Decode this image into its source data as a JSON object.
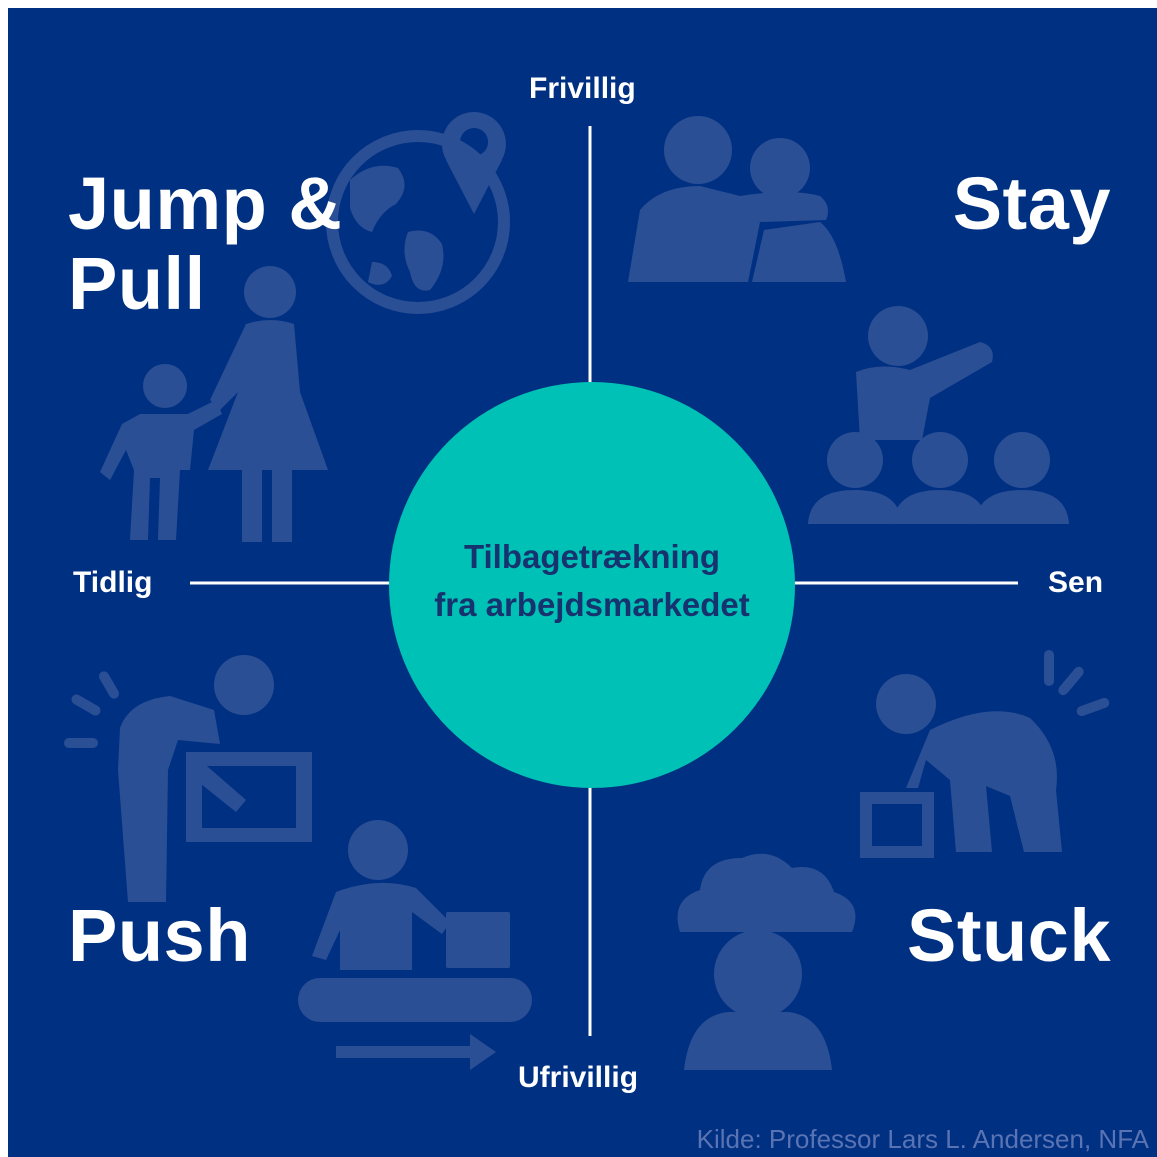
{
  "center": {
    "line1": "Tilbagetrækning",
    "line2": "fra arbejdsmarkedet"
  },
  "axis": {
    "top": "Frivillig",
    "bottom": "Ufrivillig",
    "left": "Tidlig",
    "right": "Sen"
  },
  "quadrants": {
    "top_left_line1": "Jump &",
    "top_left_line2": "Pull",
    "top_right": "Stay",
    "bottom_left": "Push",
    "bottom_right": "Stuck"
  },
  "source": "Kilde: Professor Lars L. Andersen, NFA",
  "colors": {
    "background": "#003082",
    "icon": "#2b4f95",
    "circle": "#00c1b5",
    "text": "#ffffff",
    "center_text": "#17336f",
    "source_text": "#5a73b3"
  },
  "icons": [
    "globe-with-location-pin-icon",
    "parent-and-child-walking-icon",
    "two-people-embracing-icon",
    "teacher-with-audience-icon",
    "worker-lifting-box-with-strain-icon",
    "worker-at-conveyor-belt-icon",
    "worker-with-back-pain-lifting-box-icon",
    "person-with-cloud-over-head-icon"
  ]
}
